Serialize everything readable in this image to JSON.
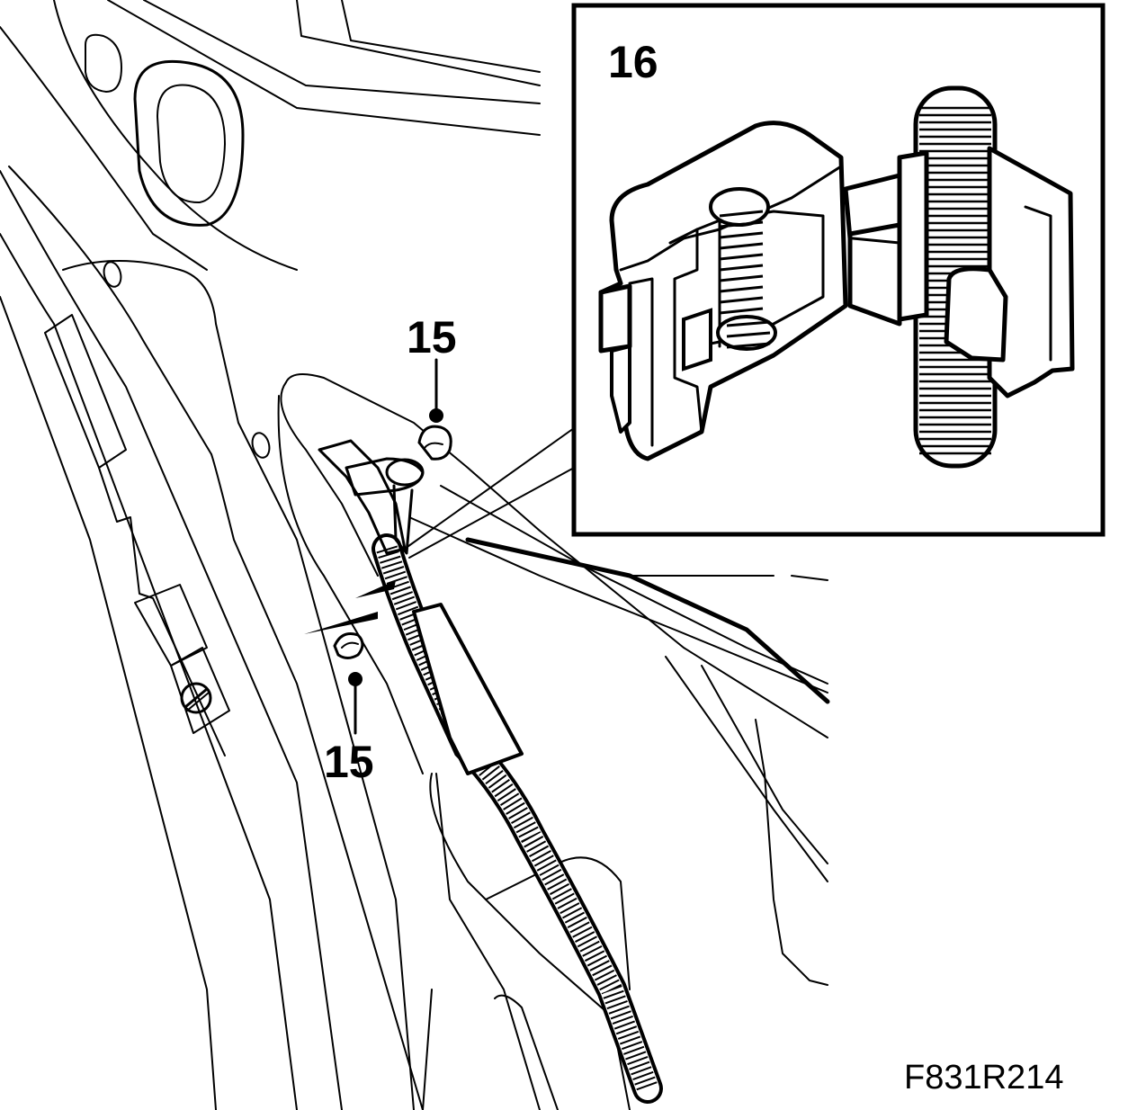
{
  "callouts": {
    "inset_label": "16",
    "fastener_top_label": "15",
    "fastener_bottom_label": "15"
  },
  "figure_code": "F831R214",
  "colors": {
    "ink": "#000000",
    "paper": "#ffffff"
  }
}
